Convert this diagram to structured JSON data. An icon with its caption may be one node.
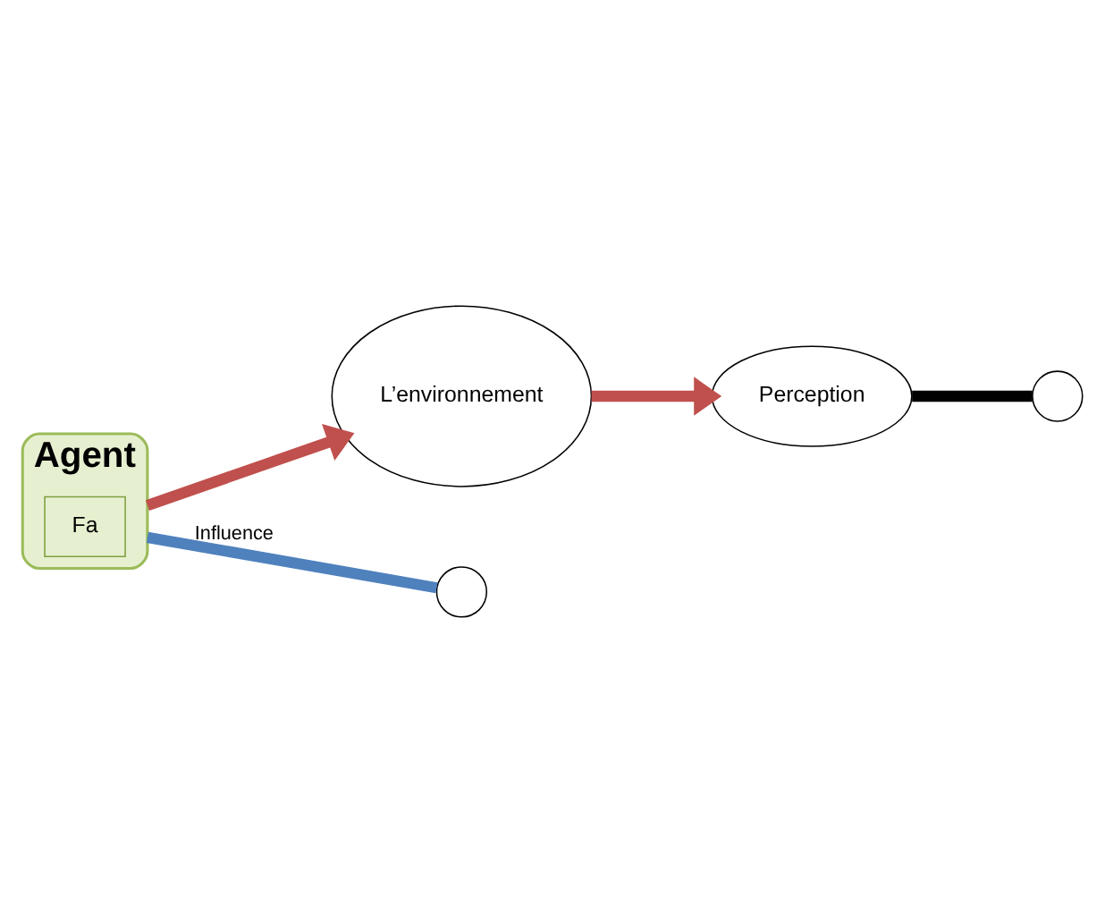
{
  "diagram": {
    "nodes": [
      {
        "text": [
          "L’environnement"
        ]
      },
      {
        "text": [
          "Perception"
        ]
      },
      {
        "text": [],
        "shape": "circle"
      },
      {
        "text": [
          "Agent"
        ]
      },
      {
        "text": [
          "Fa"
        ],
        "in": 3
      },
      {
        "text": [],
        "shape": "circle"
      }
    ],
    "edges": [
      {
        "from": 0,
        "to": 1,
        "arrow": "to",
        "color": "#c0504d"
      },
      {
        "from": 3,
        "to": 0,
        "arrow": "to",
        "color": "#c0504d"
      },
      {
        "from": 3,
        "to": 5,
        "arrow": "none",
        "label": "Influence",
        "color": "#4f81bd"
      },
      {
        "from": 1,
        "to": 2,
        "arrow": "none",
        "color": "#000000"
      }
    ]
  }
}
